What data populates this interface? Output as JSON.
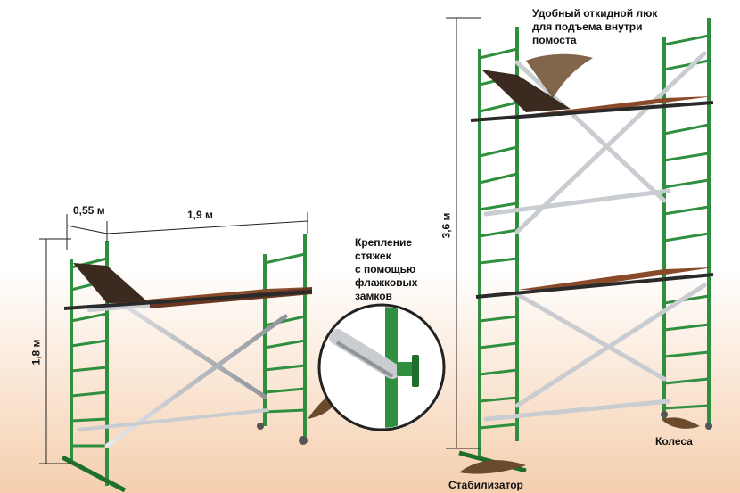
{
  "labels": {
    "dim_width_small": "0,55 м",
    "dim_length": "1,9 м",
    "dim_height_small": "1,8 м",
    "dim_height_tall": "3,6 м",
    "hatch_note": "Удобный откидной люк\nдля подъема внутри\nпомоста",
    "clamp_note": "Крепление\nстяжек\nс помощью\nфлажковых\nзамков",
    "wheels": "Колеса",
    "stabilizer": "Стабилизатор"
  },
  "colors": {
    "frame_green": "#2f8f3e",
    "frame_dark": "#1f6e2c",
    "brace_gray": "#c9ccd1",
    "deck_wood": "#8a4a2a",
    "deck_edge": "#2a2a2a",
    "floor_peach": "#f7d9bf",
    "callout_brown": "#6b4b2b"
  }
}
